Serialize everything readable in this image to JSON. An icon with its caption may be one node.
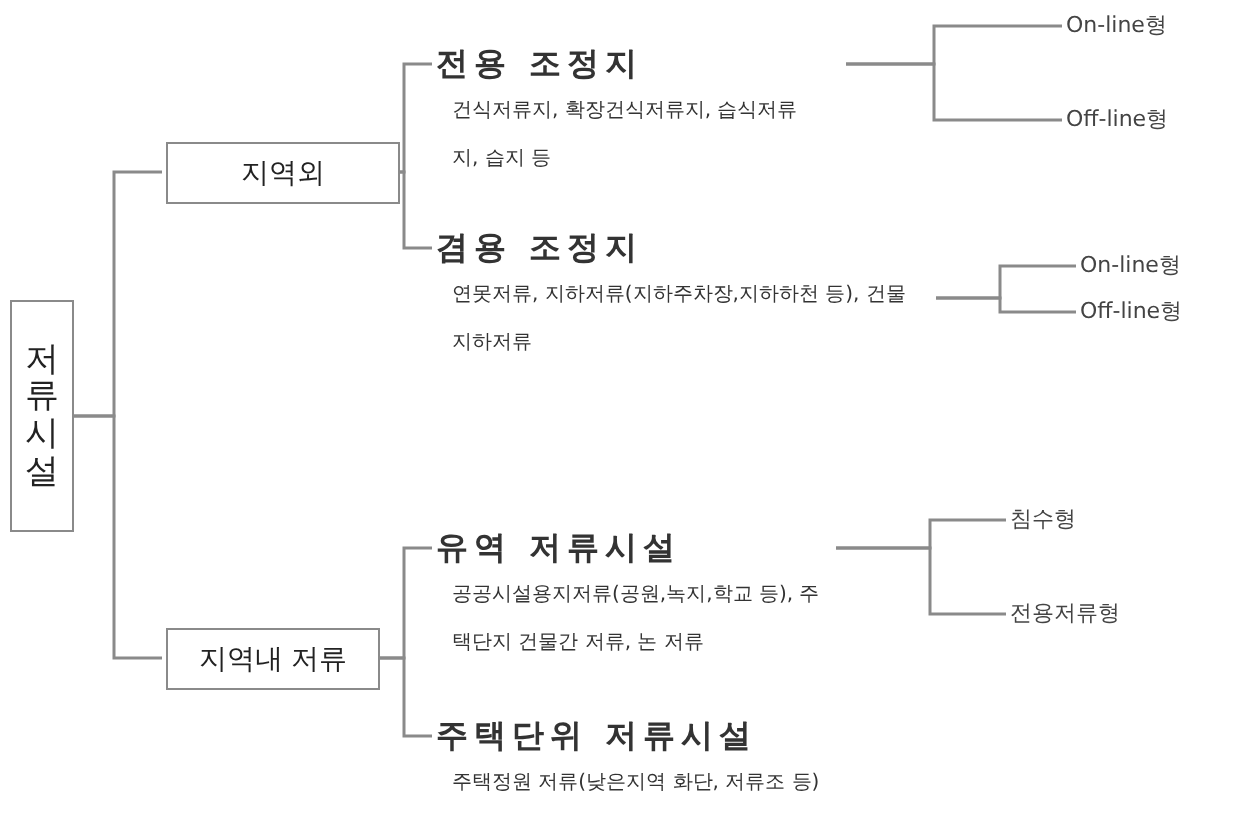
{
  "diagram": {
    "nodes": [
      {
        "text": [
          "저류시설"
        ]
      },
      {
        "text": [
          "지역외"
        ]
      },
      {
        "text": [
          "지역내 저류"
        ]
      },
      {
        "text": [
          "전용 조정지",
          "건식저류지, 확장건식저류지, 습식저류지, 습지 등"
        ]
      },
      {
        "text": [
          "겸용 조정지",
          "연못저류, 지하저류(지하주차장,지하하천 등), 건물지하저류"
        ]
      },
      {
        "text": [
          "유역 저류시설",
          "공공시설용지저류(공원,녹지,학교 등), 주택단지 건물간 저류, 논 저류"
        ]
      },
      {
        "text": [
          "주택단위 저류시설",
          "주택정원 저류(낮은지역 화단, 저류조 등)"
        ]
      },
      {
        "text": [
          "On-line형"
        ]
      },
      {
        "text": [
          "Off-line형"
        ]
      },
      {
        "text": [
          "On-line형"
        ]
      },
      {
        "text": [
          "Off-line형"
        ]
      },
      {
        "text": [
          "침수형"
        ]
      },
      {
        "text": [
          "전용저류형"
        ]
      }
    ],
    "edges": [
      {
        "from": 0,
        "to": 1,
        "arrow": "none"
      },
      {
        "from": 0,
        "to": 2,
        "arrow": "none"
      },
      {
        "from": 1,
        "to": 3,
        "arrow": "none"
      },
      {
        "from": 1,
        "to": 4,
        "arrow": "none"
      },
      {
        "from": 2,
        "to": 5,
        "arrow": "none"
      },
      {
        "from": 2,
        "to": 6,
        "arrow": "none"
      },
      {
        "from": 3,
        "to": 7,
        "arrow": "none"
      },
      {
        "from": 3,
        "to": 8,
        "arrow": "none"
      },
      {
        "from": 4,
        "to": 9,
        "arrow": "none"
      },
      {
        "from": 4,
        "to": 10,
        "arrow": "none"
      },
      {
        "from": 5,
        "to": 11,
        "arrow": "none"
      },
      {
        "from": 5,
        "to": 12,
        "arrow": "none"
      }
    ]
  }
}
